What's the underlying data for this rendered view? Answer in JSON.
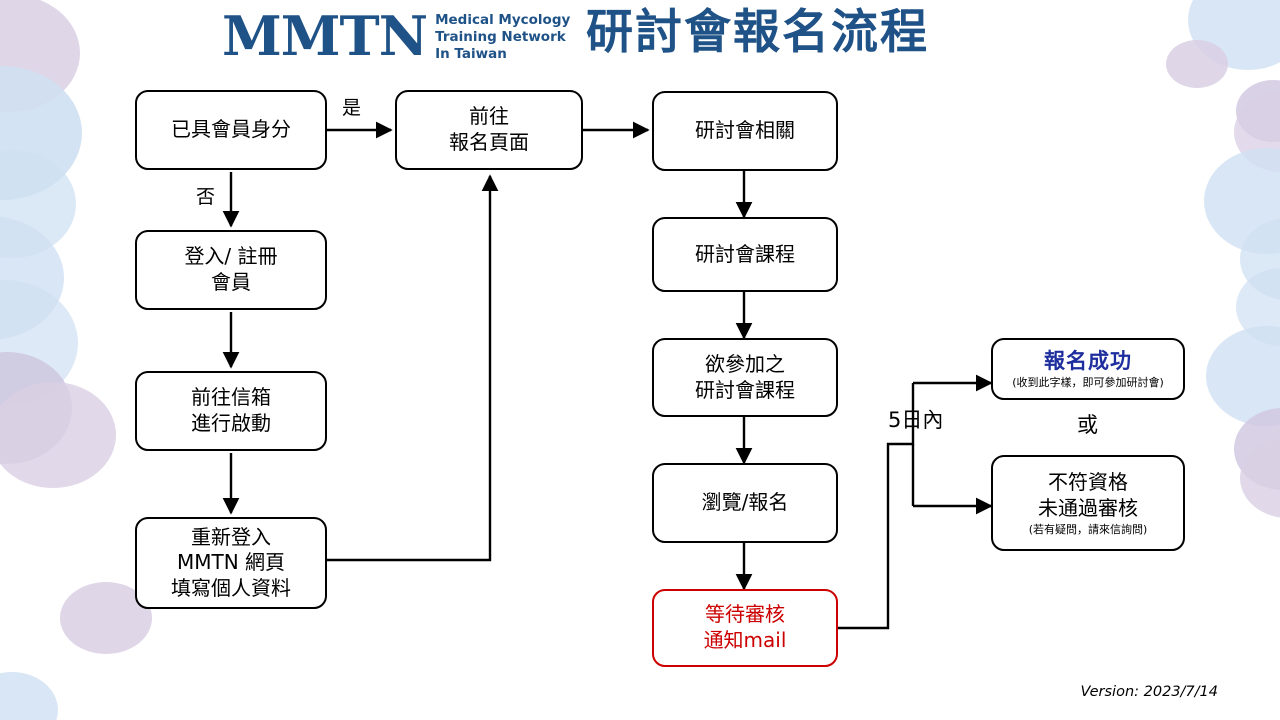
{
  "header": {
    "logo_mark": "MMTN",
    "logo_sub_line1": "Medical Mycology",
    "logo_sub_line2": "Training Network",
    "logo_sub_line3": "In Taiwan",
    "title": "研討會報名流程",
    "brand_color": "#1F5287"
  },
  "flow": {
    "nodes": [
      {
        "id": "member-check",
        "lines": [
          "已具會員身分"
        ]
      },
      {
        "id": "goto-register",
        "lines": [
          "前往",
          "報名頁面"
        ]
      },
      {
        "id": "login-signup",
        "lines": [
          "登入/ 註冊",
          "會員"
        ]
      },
      {
        "id": "activate-mail",
        "lines": [
          "前往信箱",
          "進行啟動"
        ]
      },
      {
        "id": "relogin-form",
        "lines": [
          "重新登入",
          "MMTN 網頁",
          "填寫個人資料"
        ]
      },
      {
        "id": "seminar-info",
        "lines": [
          "研討會相關"
        ]
      },
      {
        "id": "seminar-course",
        "lines": [
          "研討會課程"
        ]
      },
      {
        "id": "desired-course",
        "lines": [
          "欲參加之",
          "研討會課程"
        ]
      },
      {
        "id": "browse-apply",
        "lines": [
          "瀏覽/報名"
        ]
      },
      {
        "id": "await-review",
        "lines": [
          "等待審核",
          "通知mail"
        ],
        "color": "#CC0000"
      },
      {
        "id": "success",
        "heading": "報名成功",
        "note": "(收到此字樣，即可參加研討會)",
        "heading_color": "#1F2E9E"
      },
      {
        "id": "rejected",
        "lines": [
          "不符資格",
          "未通過審核"
        ],
        "note": "(若有疑問，請來信詢問)"
      }
    ],
    "edge_labels": {
      "yes": "是",
      "no": "否",
      "within_5_days": "5日內",
      "or": "或"
    }
  },
  "footer": {
    "version": "Version: 2023/7/14"
  },
  "palette": {
    "line": "#000000",
    "red": "#CC0000",
    "bubble_blue": "#cfe0f2",
    "bubble_lavender": "#d9cfe4"
  }
}
